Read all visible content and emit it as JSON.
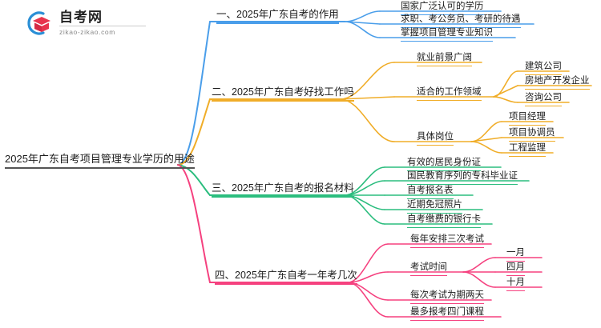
{
  "logo": {
    "name_cn": "自考网",
    "url": "zikao-zikao.com",
    "mark": "graduation-cap-icon",
    "arc_color": "#2b8fd6",
    "cap_color": "#e8344e"
  },
  "mindmap": {
    "root": {
      "label": "2025年广东自考项目管理专业学历的用途",
      "color": "#555555"
    },
    "branches": [
      {
        "label": "一、2025年广东自考的作用",
        "color": "#4a9eea",
        "children": [
          {
            "label": "国家广泛认可的学历",
            "children": []
          },
          {
            "label": "求职、考公务员、考研的待遇",
            "children": []
          },
          {
            "label": "掌握项目管理专业知识",
            "children": []
          }
        ]
      },
      {
        "label": "二、2025年广东自考好找工作吗",
        "color": "#f0ad28",
        "children": [
          {
            "label": "就业前景广阔",
            "children": []
          },
          {
            "label": "适合的工作领域",
            "children": [
              {
                "label": "建筑公司"
              },
              {
                "label": "房地产开发企业"
              },
              {
                "label": "咨询公司"
              }
            ]
          },
          {
            "label": "具体岗位",
            "children": [
              {
                "label": "项目经理"
              },
              {
                "label": "项目协调员"
              },
              {
                "label": "工程监理"
              }
            ]
          }
        ]
      },
      {
        "label": "三、2025年广东自考的报名材料",
        "color": "#2bbd7e",
        "children": [
          {
            "label": "有效的居民身份证",
            "children": []
          },
          {
            "label": "国民教育序列的专科毕业证",
            "children": []
          },
          {
            "label": "自考报名表",
            "children": []
          },
          {
            "label": "近期免冠照片",
            "children": []
          },
          {
            "label": "自考缴费的银行卡",
            "children": []
          }
        ]
      },
      {
        "label": "四、2025年广东自考一年考几次",
        "color": "#f5417f",
        "children": [
          {
            "label": "每年安排三次考试",
            "children": []
          },
          {
            "label": "考试时间",
            "children": [
              {
                "label": "一月"
              },
              {
                "label": "四月"
              },
              {
                "label": "十月"
              }
            ]
          },
          {
            "label": "每次考试为期两天",
            "children": []
          },
          {
            "label": "最多报考四门课程",
            "children": []
          }
        ]
      }
    ]
  }
}
